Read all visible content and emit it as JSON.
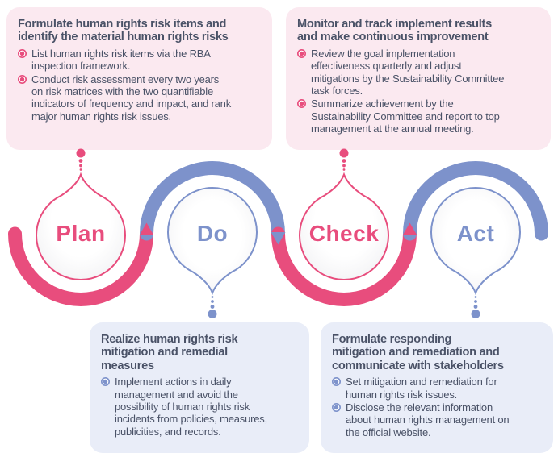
{
  "colors": {
    "pink": "#e84d7d",
    "blue": "#7d92cb",
    "pink_light": "#fbe9f0",
    "blue_light": "#e9edf8",
    "text": "#4a5267"
  },
  "cycle": {
    "steps": [
      {
        "label": "Plan"
      },
      {
        "label": "Do"
      },
      {
        "label": "Check"
      },
      {
        "label": "Act"
      }
    ]
  },
  "boxes": {
    "plan": {
      "title": "Formulate human rights risk items and\nidentify the material human rights risks",
      "bullets": [
        "List human rights risk items via the RBA\ninspection framework.",
        "Conduct risk assessment every two years\non risk matrices with the two quantifiable\nindicators of frequency and impact, and rank\nmajor human rights risk issues."
      ]
    },
    "do": {
      "title": "Realize human rights risk\nmitigation and remedial\nmeasures",
      "bullets": [
        "Implement actions in daily\nmanagement and avoid the\npossibility of human rights risk\nincidents from policies, measures,\npublicities, and records."
      ]
    },
    "check": {
      "title": "Monitor and track implement results\nand make continuous improvement",
      "bullets": [
        "Review the goal implementation\neffectiveness quarterly and adjust\nmitigations by the Sustainability Committee\ntask forces.",
        "Summarize achievement by the\nSustainability Committee and report to top\nmanagement at the annual meeting."
      ]
    },
    "act": {
      "title": "Formulate responding\nmitigation and remediation and\ncommunicate with stakeholders",
      "bullets": [
        "Set mitigation and remediation for\nhuman rights risk issues.",
        "Disclose the relevant information\nabout human rights management on\nthe official website."
      ]
    }
  }
}
